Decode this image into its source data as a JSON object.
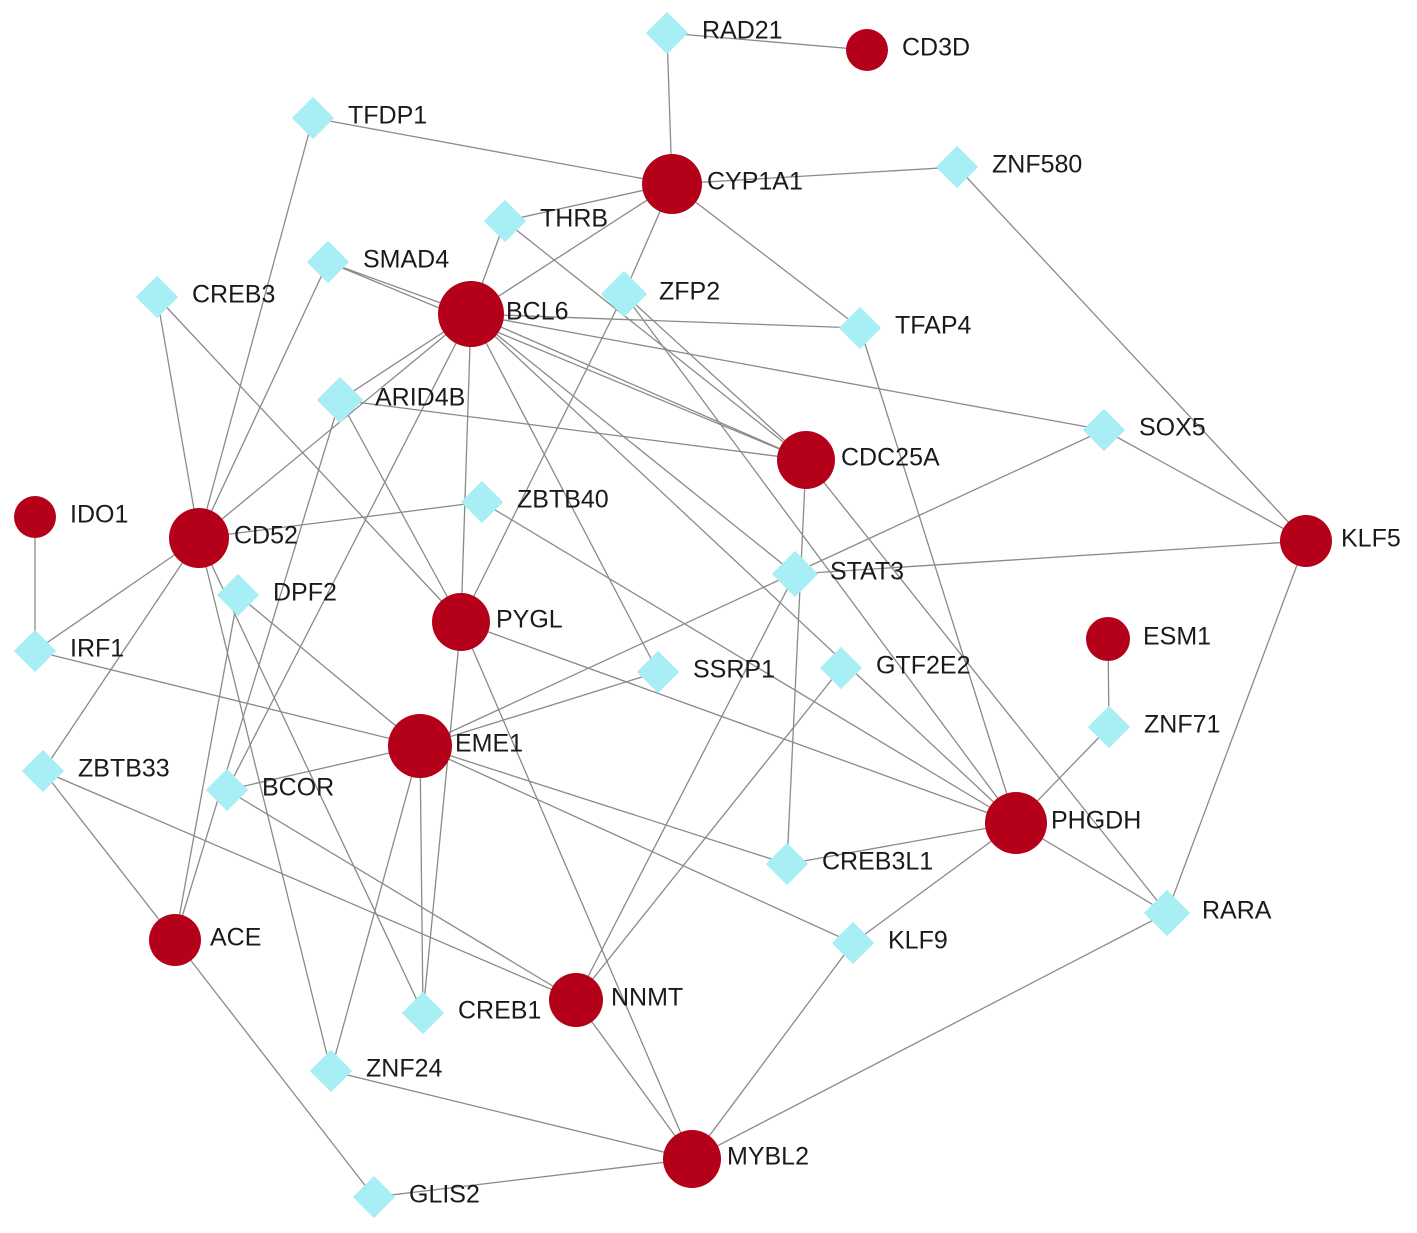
{
  "colors": {
    "gene_node": "#b5001a",
    "tf_node": "#a8eef5",
    "edge": "#8a8a8a",
    "label": "#1a1a1a"
  },
  "nodes": [
    {
      "id": "RAD21",
      "type": "tf"
    },
    {
      "id": "CD3D",
      "type": "gene"
    },
    {
      "id": "TFDP1",
      "type": "tf"
    },
    {
      "id": "CYP1A1",
      "type": "gene"
    },
    {
      "id": "ZNF580",
      "type": "tf"
    },
    {
      "id": "THRB",
      "type": "tf"
    },
    {
      "id": "SMAD4",
      "type": "tf"
    },
    {
      "id": "CREB3",
      "type": "tf"
    },
    {
      "id": "BCL6",
      "type": "gene"
    },
    {
      "id": "ZFP2",
      "type": "tf"
    },
    {
      "id": "TFAP4",
      "type": "tf"
    },
    {
      "id": "ARID4B",
      "type": "tf"
    },
    {
      "id": "SOX5",
      "type": "tf"
    },
    {
      "id": "CDC25A",
      "type": "gene"
    },
    {
      "id": "IDO1",
      "type": "gene"
    },
    {
      "id": "CD52",
      "type": "gene"
    },
    {
      "id": "ZBTB40",
      "type": "tf"
    },
    {
      "id": "KLF5",
      "type": "gene"
    },
    {
      "id": "STAT3",
      "type": "tf"
    },
    {
      "id": "DPF2",
      "type": "tf"
    },
    {
      "id": "PYGL",
      "type": "gene"
    },
    {
      "id": "ESM1",
      "type": "gene"
    },
    {
      "id": "IRF1",
      "type": "tf"
    },
    {
      "id": "SSRP1",
      "type": "tf"
    },
    {
      "id": "GTF2E2",
      "type": "tf"
    },
    {
      "id": "ZNF71",
      "type": "tf"
    },
    {
      "id": "EME1",
      "type": "gene"
    },
    {
      "id": "ZBTB33",
      "type": "tf"
    },
    {
      "id": "BCOR",
      "type": "tf"
    },
    {
      "id": "PHGDH",
      "type": "gene"
    },
    {
      "id": "CREB3L1",
      "type": "tf"
    },
    {
      "id": "RARA",
      "type": "tf"
    },
    {
      "id": "ACE",
      "type": "gene"
    },
    {
      "id": "KLF9",
      "type": "tf"
    },
    {
      "id": "NNMT",
      "type": "gene"
    },
    {
      "id": "CREB1",
      "type": "tf"
    },
    {
      "id": "ZNF24",
      "type": "tf"
    },
    {
      "id": "MYBL2",
      "type": "gene"
    },
    {
      "id": "GLIS2",
      "type": "tf"
    }
  ],
  "edges": [
    [
      "RAD21",
      "CD3D"
    ],
    [
      "RAD21",
      "CYP1A1"
    ],
    [
      "TFDP1",
      "CYP1A1"
    ],
    [
      "TFDP1",
      "CD52"
    ],
    [
      "CYP1A1",
      "ZNF580"
    ],
    [
      "CYP1A1",
      "THRB"
    ],
    [
      "CYP1A1",
      "BCL6"
    ],
    [
      "CYP1A1",
      "TFAP4"
    ],
    [
      "CYP1A1",
      "ZFP2"
    ],
    [
      "ZNF580",
      "KLF5"
    ],
    [
      "THRB",
      "BCL6"
    ],
    [
      "THRB",
      "CDC25A"
    ],
    [
      "SMAD4",
      "BCL6"
    ],
    [
      "SMAD4",
      "CD52"
    ],
    [
      "SMAD4",
      "CDC25A"
    ],
    [
      "CREB3",
      "CD52"
    ],
    [
      "CREB3",
      "PYGL"
    ],
    [
      "BCL6",
      "TFAP4"
    ],
    [
      "BCL6",
      "SOX5"
    ],
    [
      "BCL6",
      "CDC25A"
    ],
    [
      "BCL6",
      "STAT3"
    ],
    [
      "BCL6",
      "SSRP1"
    ],
    [
      "BCL6",
      "PYGL"
    ],
    [
      "BCL6",
      "PHGDH"
    ],
    [
      "BCL6",
      "ARID4B"
    ],
    [
      "BCL6",
      "BCOR"
    ],
    [
      "BCL6",
      "CD52"
    ],
    [
      "ZFP2",
      "PYGL"
    ],
    [
      "ZFP2",
      "CDC25A"
    ],
    [
      "ZFP2",
      "PHGDH"
    ],
    [
      "TFAP4",
      "PHGDH"
    ],
    [
      "ARID4B",
      "CDC25A"
    ],
    [
      "ARID4B",
      "PYGL"
    ],
    [
      "ARID4B",
      "ACE"
    ],
    [
      "SOX5",
      "KLF5"
    ],
    [
      "SOX5",
      "EME1"
    ],
    [
      "CDC25A",
      "CREB3L1"
    ],
    [
      "CDC25A",
      "RARA"
    ],
    [
      "IDO1",
      "IRF1"
    ],
    [
      "CD52",
      "ZBTB40"
    ],
    [
      "CD52",
      "IRF1"
    ],
    [
      "CD52",
      "ZBTB33"
    ],
    [
      "CD52",
      "CREB1"
    ],
    [
      "CD52",
      "ZNF24"
    ],
    [
      "ZBTB40",
      "PHGDH"
    ],
    [
      "KLF5",
      "STAT3"
    ],
    [
      "KLF5",
      "RARA"
    ],
    [
      "STAT3",
      "NNMT"
    ],
    [
      "DPF2",
      "EME1"
    ],
    [
      "DPF2",
      "ACE"
    ],
    [
      "PYGL",
      "PHGDH"
    ],
    [
      "PYGL",
      "MYBL2"
    ],
    [
      "PYGL",
      "CREB1"
    ],
    [
      "ESM1",
      "ZNF71"
    ],
    [
      "IRF1",
      "EME1"
    ],
    [
      "SSRP1",
      "EME1"
    ],
    [
      "GTF2E2",
      "NNMT"
    ],
    [
      "ZNF71",
      "PHGDH"
    ],
    [
      "EME1",
      "CREB3L1"
    ],
    [
      "EME1",
      "KLF9"
    ],
    [
      "EME1",
      "ZNF24"
    ],
    [
      "EME1",
      "CREB1"
    ],
    [
      "EME1",
      "BCOR"
    ],
    [
      "ZBTB33",
      "ACE"
    ],
    [
      "ZBTB33",
      "NNMT"
    ],
    [
      "BCOR",
      "NNMT"
    ],
    [
      "PHGDH",
      "CREB3L1"
    ],
    [
      "PHGDH",
      "RARA"
    ],
    [
      "PHGDH",
      "KLF9"
    ],
    [
      "RARA",
      "MYBL2"
    ],
    [
      "ACE",
      "GLIS2"
    ],
    [
      "KLF9",
      "MYBL2"
    ],
    [
      "NNMT",
      "MYBL2"
    ],
    [
      "ZNF24",
      "MYBL2"
    ],
    [
      "MYBL2",
      "GLIS2"
    ]
  ]
}
